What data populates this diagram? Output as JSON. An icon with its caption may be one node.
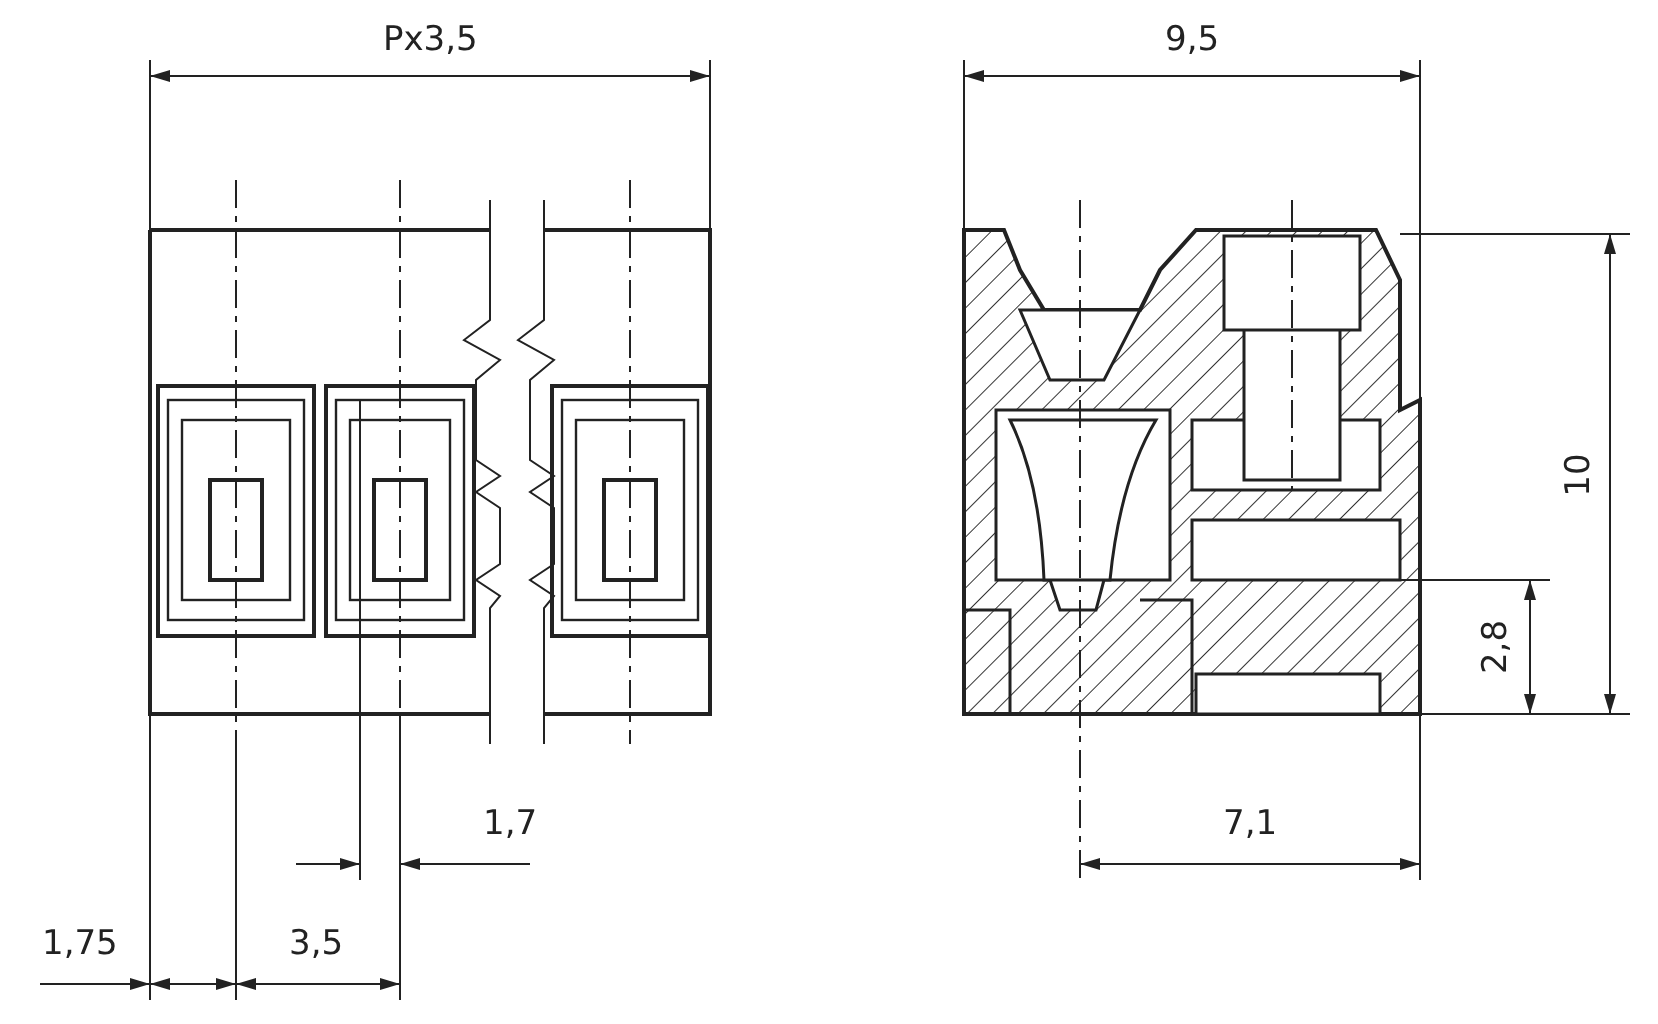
{
  "diagram": {
    "labels": [
      "Px3,5",
      "9,5",
      "10",
      "2,8",
      "1,7",
      "7,1",
      "1,75",
      "3,5"
    ]
  }
}
